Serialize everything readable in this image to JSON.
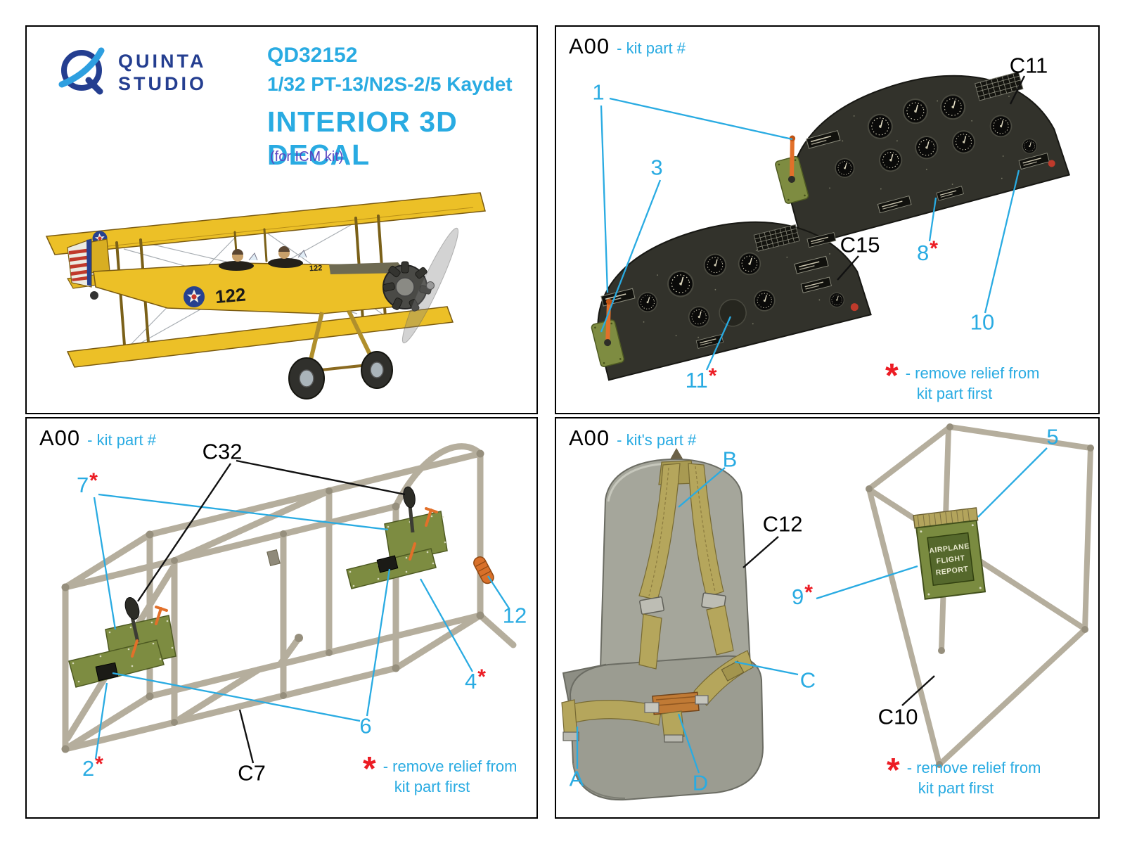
{
  "colors": {
    "accent_cyan": "#29abe2",
    "brand_blue": "#243e90",
    "note_purple": "#5b45c0",
    "warning_red": "#ec1c24",
    "decal_green": "#7d8c41",
    "frame_tan": "#b5ae9d",
    "panel_black": "#32322b",
    "harness_khaki": "#b5a65c",
    "seat_gray": "#a5a69b",
    "lever_orange": "#e2702a"
  },
  "title_block": {
    "brand_top": "QUINTA",
    "brand_bottom": "STUDIO",
    "product_code": "QD32152",
    "kit_title": "1/32 PT-13/N2S-2/5 Kaydet",
    "product_type": "INTERIOR 3D DECAL",
    "kit_note": "(for ICM kit)",
    "aircraft_number": "122"
  },
  "legend": {
    "star": "*",
    "line1": "- remove relief from",
    "line2": "kit part first"
  },
  "instrument_section": {
    "header_label": "A00",
    "header_note": "- kit part #",
    "part_upper": "C11",
    "part_lower": "C15",
    "callout_1": "1",
    "callout_3": "3",
    "callout_8": "8",
    "callout_10": "10",
    "callout_11": "11"
  },
  "frame_section": {
    "header_label": "A00",
    "header_note": "- kit part #",
    "part_sticks": "C32",
    "part_frame": "C7",
    "callout_7": "7",
    "callout_12": "12",
    "callout_4": "4",
    "callout_6": "6",
    "callout_2": "2"
  },
  "seat_section": {
    "header_label": "A00",
    "header_note": "- kit's part #",
    "part_seat": "C12",
    "part_frame": "C10",
    "callout_b": "B",
    "callout_c": "C",
    "callout_a": "A",
    "callout_d": "D",
    "callout_5": "5",
    "callout_9": "9",
    "case_line1": "AIRPLANE",
    "case_line2": "FLIGHT",
    "case_line3": "REPORT"
  }
}
